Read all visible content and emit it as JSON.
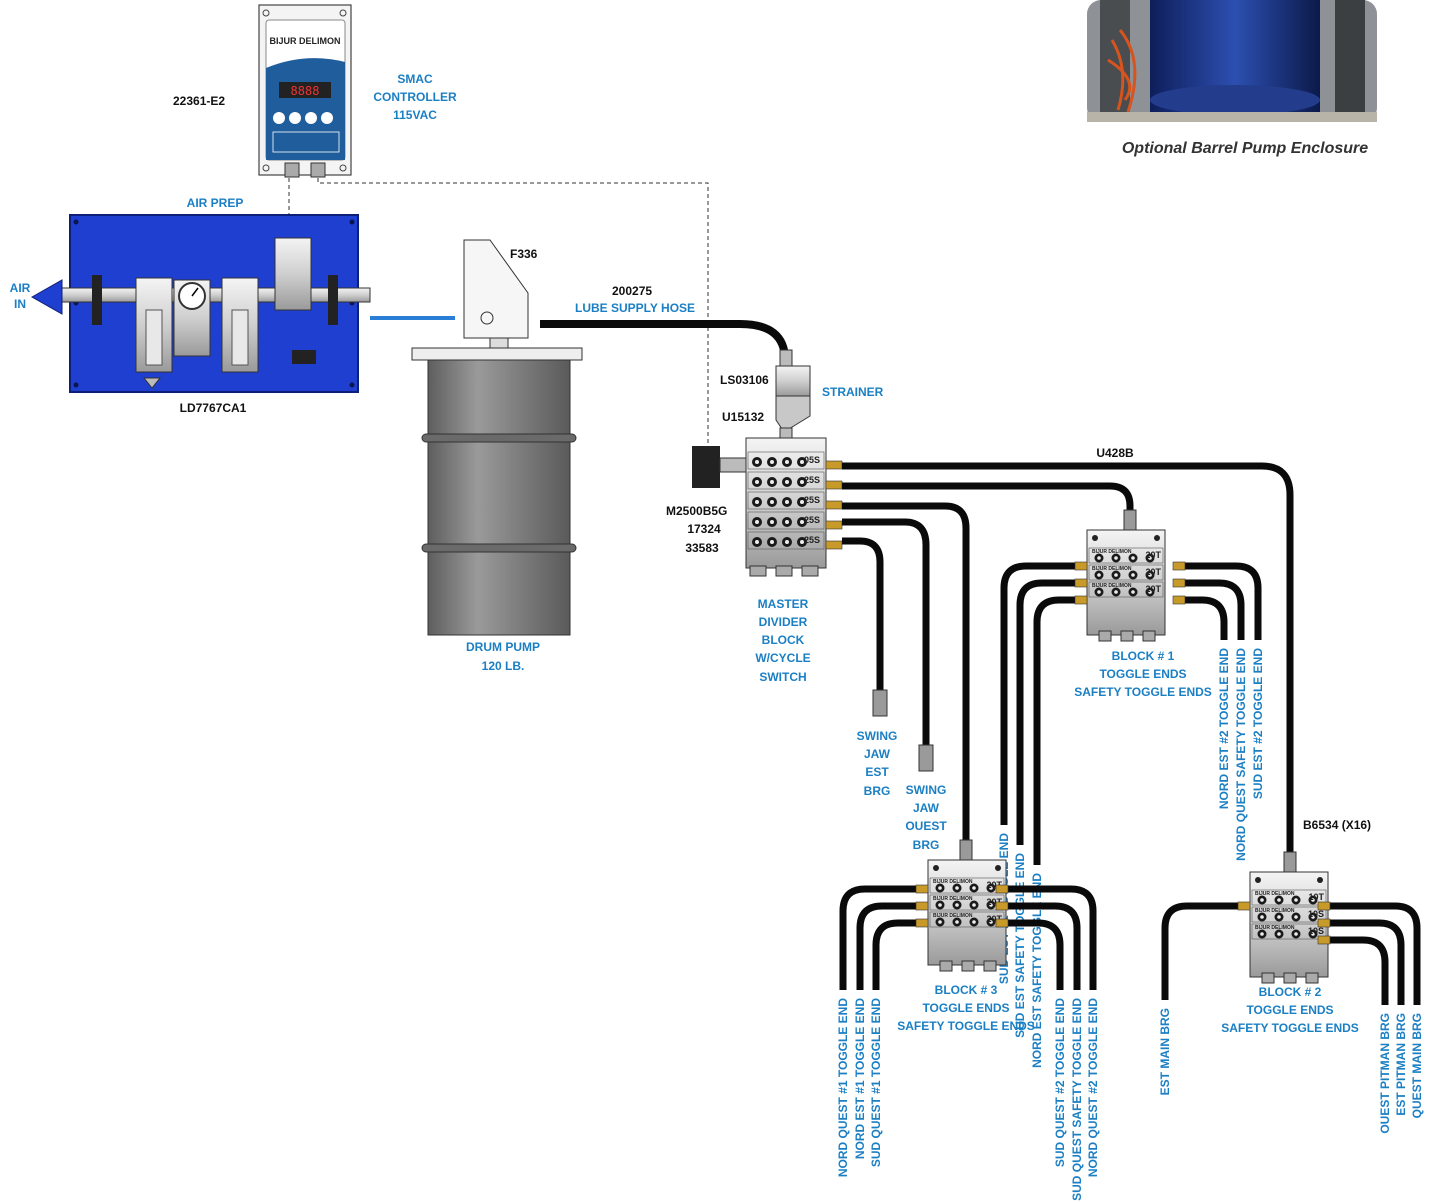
{
  "labels": {
    "air_in_1": "AIR",
    "air_in_2": "IN",
    "air_prep": "AIR PREP",
    "air_prep_pn": "LD7767CA1",
    "controller_pn": "22361-E2",
    "controller_1": "SMAC",
    "controller_2": "CONTROLLER",
    "controller_3": "115VAC",
    "brand": "BIJUR DELIMON",
    "display": "8888",
    "pump_pn": "F336",
    "hose_pn": "200275",
    "hose_desc": "LUBE SUPPLY HOSE",
    "drum_1": "DRUM PUMP",
    "drum_2": "120 LB.",
    "strainer_pn": "LS03106",
    "strainer": "STRAINER",
    "fitting_pn": "U15132",
    "tube_pn": "U428B",
    "master_pn_1": "M2500B5G",
    "master_pn_2": "17324",
    "master_pn_3": "33583",
    "master_1": "MASTER",
    "master_2": "DIVIDER",
    "master_3": "BLOCK",
    "master_4": "W/CYCLE",
    "master_5": "SWITCH",
    "swing_est_1": "SWING",
    "swing_est_2": "JAW",
    "swing_est_3": "EST",
    "swing_est_4": "BRG",
    "swing_ouest_1": "SWING",
    "swing_ouest_2": "JAW",
    "swing_ouest_3": "OUEST",
    "swing_ouest_4": "BRG",
    "enclosure_caption": "Optional Barrel Pump Enclosure",
    "hose_assembly": "B6534 (X16)"
  },
  "master_sections": [
    "05S",
    "25S",
    "25S",
    "25S",
    "25S"
  ],
  "blocks": [
    {
      "title": "BLOCK # 1",
      "line2": "TOGGLE ENDS",
      "line3": "SAFETY TOGGLE ENDS",
      "sections": [
        "20T",
        "20T",
        "20T"
      ],
      "left_outlets": [
        "SUD EST #1 TOGGLE END",
        "SUD EST SAFETY TOGGLE END",
        "NORD EST SAFETY TOGGLE END"
      ],
      "right_outlets": [
        "SUD EST #2 TOGGLE END",
        "NORD QUEST SAFETY TOGGLE END",
        "NORD EST #2 TOGGLE END"
      ]
    },
    {
      "title": "BLOCK # 2",
      "line2": "TOGGLE ENDS",
      "line3": "SAFETY TOGGLE ENDS",
      "sections": [
        "10T",
        "10S",
        "10S"
      ],
      "left_outlets": [
        "EST MAIN BRG"
      ],
      "right_outlets": [
        "QUEST MAIN BRG",
        "EST PITMAN BRG",
        "OUEST PITMAN BRG"
      ]
    },
    {
      "title": "BLOCK # 3",
      "line2": "TOGGLE ENDS",
      "line3": "SAFETY TOGGLE ENDS",
      "sections": [
        "20T",
        "20T",
        "20T"
      ],
      "left_outlets": [
        "NORD QUEST #1 TOGGLE END",
        "NORD EST #1 TOGGLE END",
        "SUD QUEST #1 TOGGLE END"
      ],
      "right_outlets": [
        "NORD QUEST #2 TOGGLE END",
        "SUD QUEST SAFETY TOGGLE END",
        "SUD QUEST #2 TOGGLE END"
      ]
    }
  ],
  "colors": {
    "panel_blue": "#1e3fd0",
    "label_blue": "#1b7fc4",
    "hose_black": "#0a0a0a",
    "drum_gray": "#7a7a7a",
    "brass": "#c89a2a"
  }
}
